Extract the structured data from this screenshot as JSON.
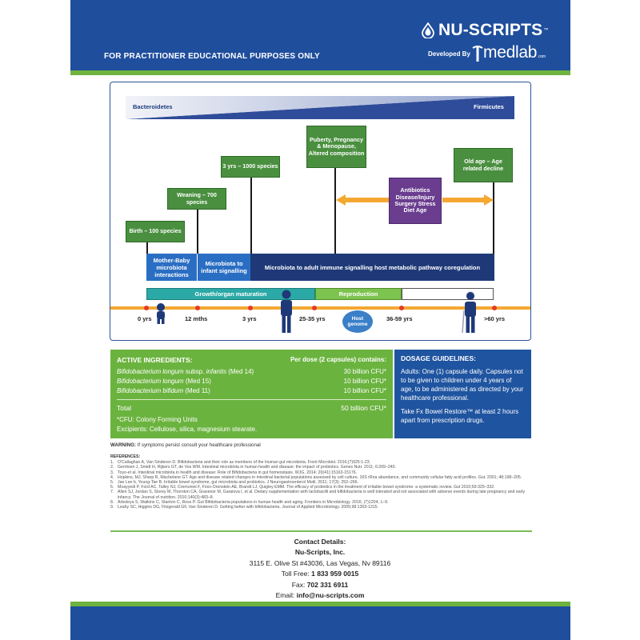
{
  "header": {
    "disclaimer": "FOR PRACTITIONER EDUCATIONAL PURPOSES ONLY",
    "brand": "NU-SCRIPTS",
    "brand_tm": "™",
    "developed_by": "Developed By",
    "partner": "medlab",
    "partner_suffix": ".com"
  },
  "timeline": {
    "gradient_left": "Bacteroidetes",
    "gradient_right": "Firmicutes",
    "milestones": {
      "birth": "Birth – 100 species",
      "weaning": "Weaning – 700 species",
      "three_yrs": "3 yrs – 1000 species",
      "puberty": "Puberty, Pregnancy & Menopause, Altered composition",
      "old_age": "Old age – Age related decline"
    },
    "factors": "Antibiotics Disease/Injury Surgery Stress Diet Age",
    "phases": {
      "mother_baby": "Mother-Baby microbiota interactions",
      "microbiota_infant": "Microbiota to infant signalling",
      "adult": "Microbiota to adult immune signalling host metabolic pathway coregulation"
    },
    "growth": "Growth/organ maturation",
    "reproduction": "Reproduction",
    "host_genome": "Host genome",
    "ages": [
      "0 yrs",
      "12 mths",
      "3 yrs",
      "25-35 yrs",
      "36-59 yrs",
      ">60 yrs"
    ]
  },
  "ingredients": {
    "title": "ACTIVE INGREDIENTS:",
    "per_dose": "Per dose (2 capsules) contains:",
    "rows": [
      {
        "name_italic": "Bifidobacterium longum",
        "name_rest": " subsp. ",
        "name_italic2": "infantis",
        "name_tail": " (Med 14)",
        "amount": "30 billion CFU*"
      },
      {
        "name_italic": "Bifidobacterium longum",
        "name_rest": "",
        "name_italic2": "",
        "name_tail": " (Med 15)",
        "amount": "10 billion CFU*"
      },
      {
        "name_italic": "Bifidobacterium bifidum",
        "name_rest": "",
        "name_italic2": "",
        "name_tail": " (Med 11)",
        "amount": "10 billion CFU*"
      }
    ],
    "total_label": "Total",
    "total_amount": "50 billion CFU*",
    "cfu_note": "*CFU: Colony Forming Units",
    "excipients": "Excipients: Cellulose, silica, magnesium stearate."
  },
  "dosage": {
    "title": "DOSAGE GUIDELINES:",
    "p1": "Adults: One (1) capsule daily. Capsules not to be given to children under 4 years of age, to be administered as directed by your healthcare professional.",
    "p2": "Take Fx Bowel Restore™ at least 2 hours apart from prescription drugs."
  },
  "warning": {
    "label": "WARNING:",
    "text": " If symptoms persist consult your healthcare professional"
  },
  "references": {
    "title": "REFERENCES:",
    "items": [
      "O'Callaghan A, Van Sinderen D. Bifidobacteria and their role as members of the Human gut microbiota. Front Microbiol. 2016;(7)925:1-23.",
      "Gerritsen J, Smidt H, Rijkers GT, de Vos WM. Intestinal microbiota in human health and disease: the impact of probiotics. Genes Nutr. 2011; 6:209–240.",
      "Toyo-et al. Intestinal microbiota in health and disease: Role of Bifidobacteria in gut homeostasis. WJG. 2014; 20(41):15163-15176.",
      "Hopkins, MJ, Sharp R, Macfarlane GT. Age and disease related changes in intestinal bacterial populations assessed by cell culture, 16S rRna abundance, and community cellular fatty acid profiles. Gut. 2001; 48:198–205.",
      "Jae Lee b, Young-Tae B. Irritable bowel syndrome, gut microbiota and probiotics. J Neurogastroenterol Motil. 2011; 17(3): 252–266.",
      "Moayyedi P, Ford AC, Talley NJ, Cremonini F, Foxx-Orenstein AE, Brandt LJ, Quigley EMM. The efficacy of probiotics in the treatment of irritable bowel syndrome: a systematic review. Gut 2010;59:325–332.",
      "Allen SJ, Jordan S, Storey M, Thornton CA, Gravenor M, Garaiova I, et al. Dietary supplementation with lactobacilli and bifidobacteria is well tolerated and not associated with adverse events during late pregnancy and early infancy. The Journal of nutrition. 2010;140(3):483–8.",
      "Arboleya S, Watkins C, Stanton C, Ross P. Gut Bifidobacteria populations in human health and aging. Frontiers in Microbiology. 2016; (7)1204, 1–9.",
      "Leahy SC, Higgins DG, Fitzgerald GF, Van Sinderen D. Getting better with bifidobacteria. Journal of Applied Microbiology. 2005;98:1303-1315."
    ]
  },
  "contact": {
    "title": "Contact Details:",
    "company": "Nu-Scripts, Inc.",
    "address": "3115 E. Olive St #43036, Las Vegas, Nv 89116",
    "tollfree_label": "Toll Free: ",
    "tollfree": "1 833 959 0015",
    "fax_label": "Fax: ",
    "fax": "702 331 6911",
    "email_label": "Email: ",
    "email": "info@nu-scripts.com"
  },
  "colors": {
    "brand_blue": "#1f4e9c",
    "brand_green": "#6fb33f",
    "milestone_green": "#4a8f3f",
    "factor_purple": "#6a3d8f",
    "timeline_orange": "#f4a832"
  }
}
